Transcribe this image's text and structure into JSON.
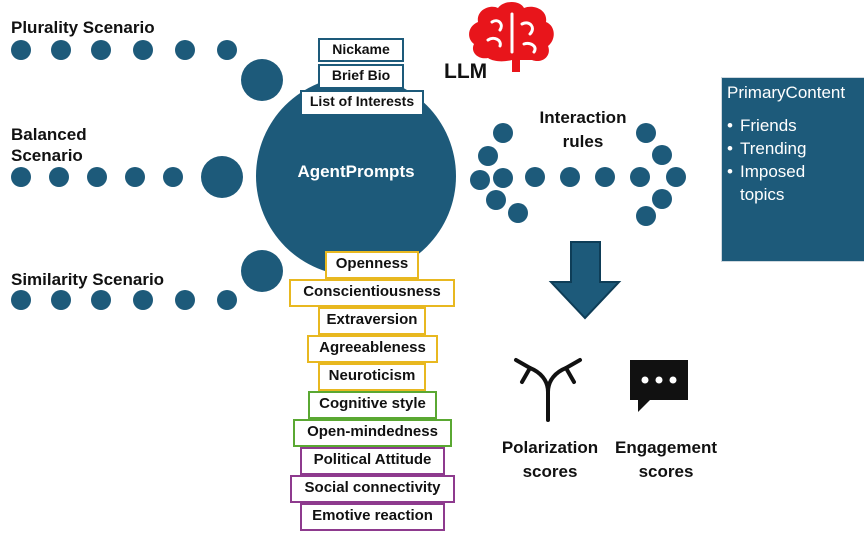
{
  "scenarios": {
    "plurality": "Plurality Scenario",
    "balanced": "Balanced\nScenario",
    "similarity": "Similarity Scenario"
  },
  "llm_label": "LLM",
  "agent_prompts": {
    "center_label": "AgentPrompts",
    "boxes": [
      "Nickame",
      "Brief Bio",
      "List of Interests"
    ]
  },
  "traits": [
    {
      "label": "Openness",
      "color": "#e8b820"
    },
    {
      "label": "Conscientiousness",
      "color": "#e8b820"
    },
    {
      "label": "Extraversion",
      "color": "#e8b820"
    },
    {
      "label": "Agreeableness",
      "color": "#e8b820"
    },
    {
      "label": "Neuroticism",
      "color": "#e8b820"
    },
    {
      "label": "Cognitive style",
      "color": "#5aa832"
    },
    {
      "label": "Open-mindedness",
      "color": "#5aa832"
    },
    {
      "label": "Political Attitude",
      "color": "#8e3a8e"
    },
    {
      "label": "Social connectivity",
      "color": "#8e3a8e"
    },
    {
      "label": "Emotive reaction",
      "color": "#8e3a8e"
    }
  ],
  "interaction_rules": "Interaction\nrules",
  "primary_content": {
    "title": "PrimaryContent",
    "items": [
      "Friends",
      "Trending",
      "Imposed\ntopics"
    ]
  },
  "outputs": {
    "polarization": "Polarization\nscores",
    "engagement": "Engagement\nscores"
  },
  "colors": {
    "main_blue": "#1d5a7a",
    "brain_red": "#e8151b",
    "big_five": "#e8b820",
    "cognitive": "#5aa832",
    "social": "#8e3a8e"
  },
  "icons": {
    "llm": "brain-icon",
    "polarization": "split-arrow-icon",
    "engagement": "chat-bubble-icon",
    "flow": "down-arrow-icon"
  }
}
